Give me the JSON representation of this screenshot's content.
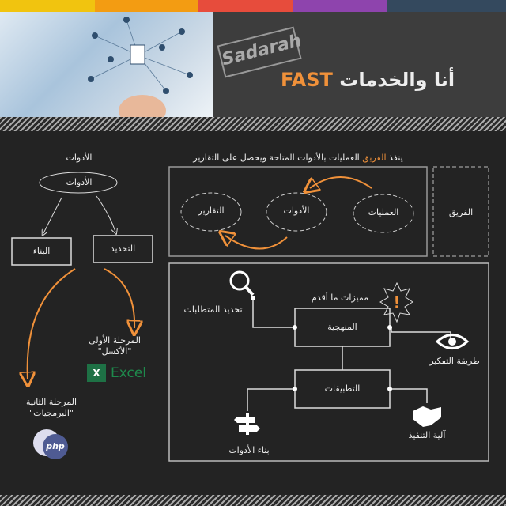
{
  "header": {
    "title_ar": "أنا والخدمات",
    "title_en": "FAST",
    "logo": "Sadarah",
    "colors": [
      "#f1c40f",
      "#f39c12",
      "#e74c3c",
      "#8e44ad",
      "#34495e"
    ],
    "accent": "#f0913a"
  },
  "tools": {
    "heading": "الأدوات",
    "root": "الأدوات",
    "left_box": "البناء",
    "right_box": "التحديد",
    "phase1_line1": "المرحلة الأولى",
    "phase1_line2": "\"الأكسل\"",
    "excel_label": "Excel",
    "phase2_line1": "المرحلة الثانية",
    "phase2_line2": "\"البرمجيات\"",
    "php_label": "php"
  },
  "team": {
    "caption_pre": "ينفذ",
    "caption_highlight": "الفريق",
    "caption_post": "العمليات بالأدوات المتاحة ويحصل على التقارير",
    "team_box": "الفريق",
    "ellipses": [
      "العمليات",
      "الأدوات",
      "التقارير"
    ]
  },
  "method": {
    "features": "مميزات ما أقدم",
    "methodology": "المنهجية",
    "applications": "التطبيقات",
    "requirements": "تحديد المتطلبات",
    "thinking": "طريقة التفكير",
    "build_tools": "بناء الأدوات",
    "execution": "آلية التنفيذ"
  }
}
